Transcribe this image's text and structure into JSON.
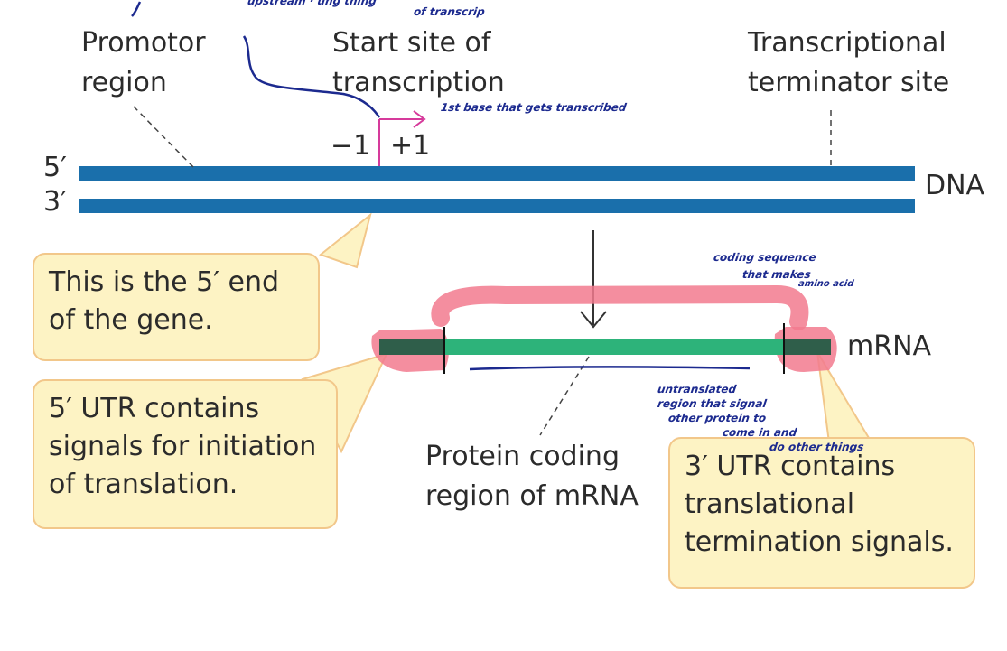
{
  "labels": {
    "promotor_line1": "Promotor",
    "promotor_line2": "region",
    "start_line1": "Start site of",
    "start_line2": "transcription",
    "terminator_line1": "Transcriptional",
    "terminator_line2": "terminator site",
    "minus_one": "−1",
    "plus_one": "+1",
    "five_prime": "5′",
    "three_prime": "3′",
    "dna": "DNA",
    "mrna": "mRNA",
    "coding_line1": "Protein coding",
    "coding_line2": "region of mRNA"
  },
  "callouts": {
    "five_prime_end": [
      "This is the 5′ end",
      "of the gene."
    ],
    "five_utr": [
      "5′ UTR contains",
      "signals for initiation",
      "of translation."
    ],
    "three_utr": [
      "3′ UTR contains",
      "translational",
      "termination signals."
    ]
  },
  "handwritten": {
    "top_note_1": "upstream · ung thing",
    "top_note_2": "of transcrip",
    "first_base": "1st base that gets transcribed",
    "coding_seq_1": "coding sequence",
    "coding_seq_2": "that makes",
    "coding_seq_3": "amino acid",
    "utr_note_1": "untranslated",
    "utr_note_2": "region that signal",
    "utr_note_3": "other protein to",
    "utr_note_4": "come in and",
    "utr_note_5": "do other things"
  },
  "colors": {
    "dna_strand": "#1a6fab",
    "mrna_coding": "#2db37a",
    "mrna_utr": "#2f5e4a",
    "highlight": "#f27a8e",
    "ink_blue": "#1c2a8f",
    "ink_pink": "#d63a9b",
    "callout_fill": "#fdf3c4",
    "callout_border": "#f2c78a"
  }
}
